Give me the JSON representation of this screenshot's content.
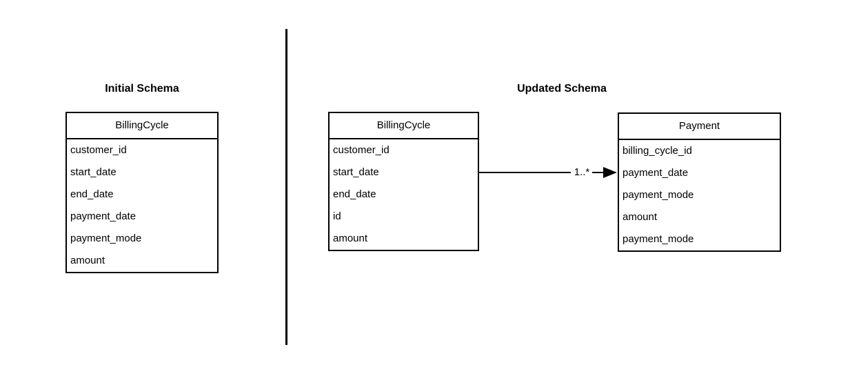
{
  "canvas": {
    "background_color": "#ffffff",
    "line_color": "#000000",
    "text_color": "#000000"
  },
  "left_panel": {
    "title": "Initial Schema",
    "table": {
      "name": "BillingCycle",
      "fields": [
        "customer_id",
        "start_date",
        "end_date",
        "payment_date",
        "payment_mode",
        "amount"
      ]
    }
  },
  "right_panel": {
    "title": "Updated Schema",
    "tables": {
      "billing_cycle": {
        "name": "BillingCycle",
        "fields": [
          "customer_id",
          "start_date",
          "end_date",
          "id",
          "amount"
        ]
      },
      "payment": {
        "name": "Payment",
        "fields": [
          "billing_cycle_id",
          "payment_date",
          "payment_mode",
          "amount",
          "payment_mode"
        ]
      }
    },
    "relationship": {
      "label": "1..*",
      "from": "BillingCycle",
      "to": "Payment",
      "arrow_style": "solid-right-arrowhead"
    }
  }
}
